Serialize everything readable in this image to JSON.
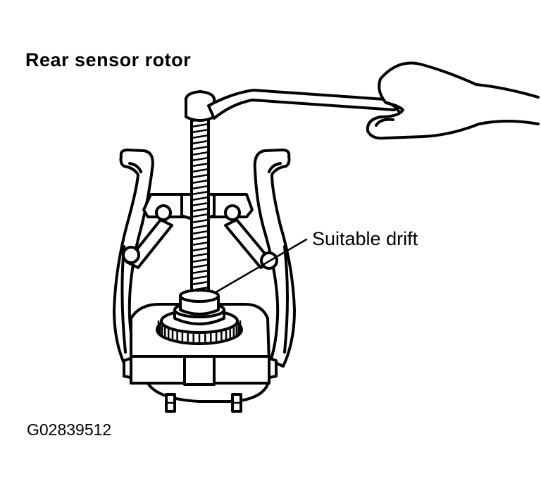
{
  "figure": {
    "title": "Rear sensor rotor",
    "callout_label": "Suitable drift",
    "figure_id": "G02839512"
  }
}
